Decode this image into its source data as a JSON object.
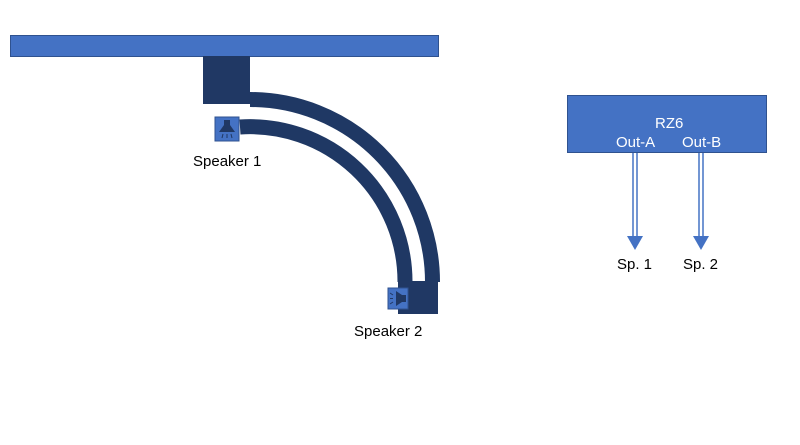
{
  "diagram": {
    "colors": {
      "ceiling_fill": "#4472C4",
      "ceiling_border": "#2F528F",
      "arc_dark": "#1F3864",
      "mount_dark": "#203864",
      "speaker_icon_fill": "#4472C4",
      "speaker_icon_glyph": "#203864",
      "rz6_fill": "#4472C4",
      "arrow_color": "#4472C4",
      "text_light": "#FFFFFF",
      "text_dark": "#000000"
    },
    "left_setup": {
      "speaker1": {
        "label": "Speaker 1",
        "icon": "speaker-icon-down"
      },
      "speaker2": {
        "label": "Speaker 2",
        "icon": "speaker-icon-left"
      }
    },
    "rz6": {
      "title": "RZ6",
      "outputs": [
        {
          "port": "Out-A",
          "target": "Sp. 1"
        },
        {
          "port": "Out-B",
          "target": "Sp. 2"
        }
      ]
    }
  }
}
